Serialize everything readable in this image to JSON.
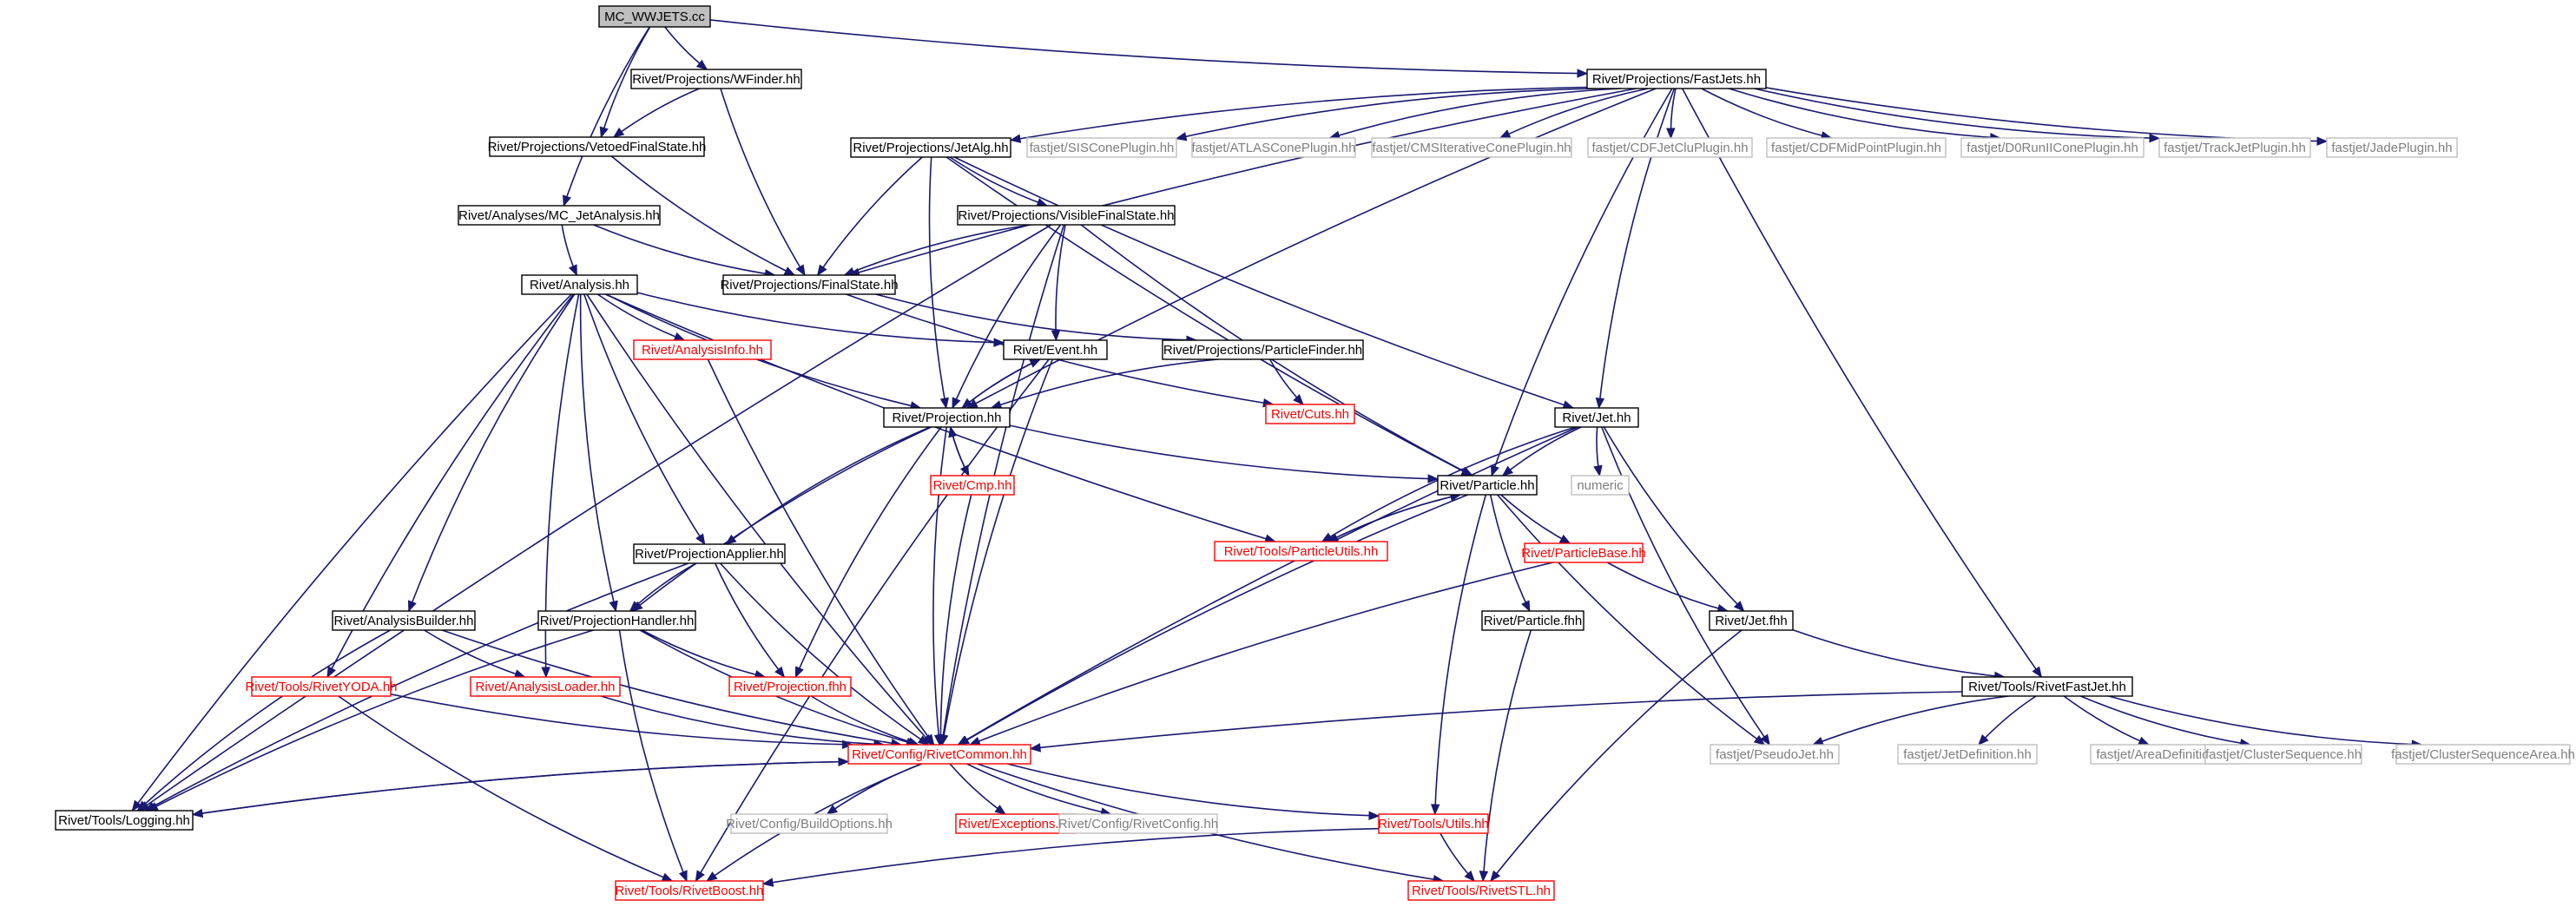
{
  "diagram": {
    "kind": "include dependency graph",
    "root": "MC_WWJETS.cc",
    "style": {
      "edge_color": "#191970",
      "root_fill": "#bfbfbf",
      "box_border_black": "#000000",
      "box_border_red": "#ff0000",
      "box_border_gray": "#bfbfbf",
      "text_black": "#000000",
      "text_red": "#ff0000",
      "text_gray": "#7f7f7f"
    },
    "nodes": [
      {
        "id": "root",
        "label": "MC_WWJETS.cc",
        "style": "root"
      },
      {
        "id": "wfinder",
        "label": "Rivet/Projections/WFinder.hh",
        "style": "black"
      },
      {
        "id": "fastjets",
        "label": "Rivet/Projections/FastJets.hh",
        "style": "black"
      },
      {
        "id": "vetoed",
        "label": "Rivet/Projections/VetoedFinalState.hh",
        "style": "black"
      },
      {
        "id": "mcjetana",
        "label": "Rivet/Analyses/MC_JetAnalysis.hh",
        "style": "black"
      },
      {
        "id": "jetalg",
        "label": "Rivet/Projections/JetAlg.hh",
        "style": "black"
      },
      {
        "id": "siscone",
        "label": "fastjet/SISConePlugin.hh",
        "style": "gray"
      },
      {
        "id": "atlascone",
        "label": "fastjet/ATLASConePlugin.hh",
        "style": "gray"
      },
      {
        "id": "cmscone",
        "label": "fastjet/CMSIterativeConePlugin.hh",
        "style": "gray"
      },
      {
        "id": "cdfclu",
        "label": "fastjet/CDFJetCluPlugin.hh",
        "style": "gray"
      },
      {
        "id": "cdfmid",
        "label": "fastjet/CDFMidPointPlugin.hh",
        "style": "gray"
      },
      {
        "id": "d0run",
        "label": "fastjet/D0RunIIConePlugin.hh",
        "style": "gray"
      },
      {
        "id": "trackjet",
        "label": "fastjet/TrackJetPlugin.hh",
        "style": "gray"
      },
      {
        "id": "jade",
        "label": "fastjet/JadePlugin.hh",
        "style": "gray"
      },
      {
        "id": "visible",
        "label": "Rivet/Projections/VisibleFinalState.hh",
        "style": "black"
      },
      {
        "id": "finalstate",
        "label": "Rivet/Projections/FinalState.hh",
        "style": "black"
      },
      {
        "id": "analysis",
        "label": "Rivet/Analysis.hh",
        "style": "black"
      },
      {
        "id": "analysisinfo",
        "label": "Rivet/AnalysisInfo.hh",
        "style": "red"
      },
      {
        "id": "event",
        "label": "Rivet/Event.hh",
        "style": "black"
      },
      {
        "id": "pfinder",
        "label": "Rivet/Projections/ParticleFinder.hh",
        "style": "black"
      },
      {
        "id": "cuts",
        "label": "Rivet/Cuts.hh",
        "style": "red"
      },
      {
        "id": "projection",
        "label": "Rivet/Projection.hh",
        "style": "black"
      },
      {
        "id": "jet",
        "label": "Rivet/Jet.hh",
        "style": "black"
      },
      {
        "id": "cmp",
        "label": "Rivet/Cmp.hh",
        "style": "red"
      },
      {
        "id": "particle",
        "label": "Rivet/Particle.hh",
        "style": "black"
      },
      {
        "id": "numeric",
        "label": "numeric",
        "style": "gray"
      },
      {
        "id": "particleutils",
        "label": "Rivet/Tools/ParticleUtils.hh",
        "style": "red"
      },
      {
        "id": "projapplier",
        "label": "Rivet/ProjectionApplier.hh",
        "style": "black"
      },
      {
        "id": "particlebase",
        "label": "Rivet/ParticleBase.hh",
        "style": "red"
      },
      {
        "id": "anabuilder",
        "label": "Rivet/AnalysisBuilder.hh",
        "style": "black"
      },
      {
        "id": "projhandler",
        "label": "Rivet/ProjectionHandler.hh",
        "style": "black"
      },
      {
        "id": "particlefhh",
        "label": "Rivet/Particle.fhh",
        "style": "black"
      },
      {
        "id": "jetfhh",
        "label": "Rivet/Jet.fhh",
        "style": "black"
      },
      {
        "id": "rivetyoda",
        "label": "Rivet/Tools/RivetYODA.hh",
        "style": "red"
      },
      {
        "id": "anaLoader",
        "label": "Rivet/AnalysisLoader.hh",
        "style": "red"
      },
      {
        "id": "projfhh",
        "label": "Rivet/Projection.fhh",
        "style": "red"
      },
      {
        "id": "rivetfastjet",
        "label": "Rivet/Tools/RivetFastJet.hh",
        "style": "black"
      },
      {
        "id": "rivetcommon",
        "label": "Rivet/Config/RivetCommon.hh",
        "style": "red"
      },
      {
        "id": "pseudojet",
        "label": "fastjet/PseudoJet.hh",
        "style": "gray"
      },
      {
        "id": "jetdef",
        "label": "fastjet/JetDefinition.hh",
        "style": "gray"
      },
      {
        "id": "areadef",
        "label": "fastjet/AreaDefinition.hh",
        "style": "gray"
      },
      {
        "id": "clseq",
        "label": "fastjet/ClusterSequence.hh",
        "style": "gray"
      },
      {
        "id": "clseqarea",
        "label": "fastjet/ClusterSequenceArea.hh",
        "style": "gray"
      },
      {
        "id": "logging",
        "label": "Rivet/Tools/Logging.hh",
        "style": "black"
      },
      {
        "id": "buildopts",
        "label": "Rivet/Config/BuildOptions.hh",
        "style": "gray"
      },
      {
        "id": "exceptions",
        "label": "Rivet/Exceptions.hh",
        "style": "red"
      },
      {
        "id": "rivetconfig",
        "label": "Rivet/Config/RivetConfig.hh",
        "style": "gray"
      },
      {
        "id": "utils",
        "label": "Rivet/Tools/Utils.hh",
        "style": "red"
      },
      {
        "id": "rivetboost",
        "label": "Rivet/Tools/RivetBoost.hh",
        "style": "red"
      },
      {
        "id": "rivetstl",
        "label": "Rivet/Tools/RivetSTL.hh",
        "style": "red"
      }
    ],
    "edges": [
      [
        "root",
        "wfinder"
      ],
      [
        "root",
        "fastjets"
      ],
      [
        "root",
        "vetoed"
      ],
      [
        "root",
        "mcjetana"
      ],
      [
        "wfinder",
        "vetoed"
      ],
      [
        "wfinder",
        "finalstate"
      ],
      [
        "vetoed",
        "finalstate"
      ],
      [
        "fastjets",
        "jetalg"
      ],
      [
        "fastjets",
        "siscone"
      ],
      [
        "fastjets",
        "atlascone"
      ],
      [
        "fastjets",
        "cmscone"
      ],
      [
        "fastjets",
        "cdfclu"
      ],
      [
        "fastjets",
        "cdfmid"
      ],
      [
        "fastjets",
        "d0run"
      ],
      [
        "fastjets",
        "trackjet"
      ],
      [
        "fastjets",
        "jade"
      ],
      [
        "fastjets",
        "finalstate"
      ],
      [
        "fastjets",
        "projection"
      ],
      [
        "fastjets",
        "jet"
      ],
      [
        "fastjets",
        "particle"
      ],
      [
        "fastjets",
        "rivetfastjet"
      ],
      [
        "mcjetana",
        "analysis"
      ],
      [
        "mcjetana",
        "finalstate"
      ],
      [
        "jetalg",
        "visible"
      ],
      [
        "jetalg",
        "finalstate"
      ],
      [
        "jetalg",
        "projection"
      ],
      [
        "jetalg",
        "particle"
      ],
      [
        "jetalg",
        "jet"
      ],
      [
        "visible",
        "finalstate"
      ],
      [
        "visible",
        "logging"
      ],
      [
        "visible",
        "event"
      ],
      [
        "visible",
        "projection"
      ],
      [
        "visible",
        "particle"
      ],
      [
        "visible",
        "rivetcommon"
      ],
      [
        "finalstate",
        "pfinder"
      ],
      [
        "finalstate",
        "cuts"
      ],
      [
        "pfinder",
        "projection"
      ],
      [
        "pfinder",
        "cuts"
      ],
      [
        "analysis",
        "analysisinfo"
      ],
      [
        "analysis",
        "event"
      ],
      [
        "analysis",
        "projection"
      ],
      [
        "analysis",
        "particleutils"
      ],
      [
        "analysis",
        "projapplier"
      ],
      [
        "analysis",
        "anabuilder"
      ],
      [
        "analysis",
        "projhandler"
      ],
      [
        "analysis",
        "rivetyoda"
      ],
      [
        "analysis",
        "anaLoader"
      ],
      [
        "analysis",
        "rivetcommon"
      ],
      [
        "analysis",
        "logging"
      ],
      [
        "analysisinfo",
        "rivetcommon"
      ],
      [
        "event",
        "projection"
      ],
      [
        "event",
        "rivetcommon"
      ],
      [
        "event",
        "rivetboost"
      ],
      [
        "projection",
        "event"
      ],
      [
        "projection",
        "cmp"
      ],
      [
        "projection",
        "particle"
      ],
      [
        "projection",
        "projapplier"
      ],
      [
        "projection",
        "projhandler"
      ],
      [
        "projection",
        "projfhh"
      ],
      [
        "projection",
        "rivetcommon"
      ],
      [
        "cmp",
        "projection"
      ],
      [
        "cmp",
        "rivetcommon"
      ],
      [
        "jet",
        "particle"
      ],
      [
        "jet",
        "numeric"
      ],
      [
        "jet",
        "particleutils"
      ],
      [
        "jet",
        "jetfhh"
      ],
      [
        "jet",
        "pseudojet"
      ],
      [
        "jet",
        "rivetcommon"
      ],
      [
        "particle",
        "particleutils"
      ],
      [
        "particle",
        "particlebase"
      ],
      [
        "particle",
        "particlefhh"
      ],
      [
        "particle",
        "pseudojet"
      ],
      [
        "particle",
        "utils"
      ],
      [
        "particle",
        "rivetcommon"
      ],
      [
        "particleutils",
        "particle"
      ],
      [
        "particlebase",
        "jetfhh"
      ],
      [
        "particlebase",
        "rivetcommon"
      ],
      [
        "projapplier",
        "projhandler"
      ],
      [
        "projapplier",
        "projfhh"
      ],
      [
        "projapplier",
        "rivetcommon"
      ],
      [
        "projapplier",
        "logging"
      ],
      [
        "anabuilder",
        "anaLoader"
      ],
      [
        "anabuilder",
        "rivetcommon"
      ],
      [
        "anabuilder",
        "logging"
      ],
      [
        "projhandler",
        "projfhh"
      ],
      [
        "projhandler",
        "rivetcommon"
      ],
      [
        "projhandler",
        "logging"
      ],
      [
        "projhandler",
        "rivetboost"
      ],
      [
        "particlefhh",
        "rivetstl"
      ],
      [
        "jetfhh",
        "rivetfastjet"
      ],
      [
        "jetfhh",
        "rivetstl"
      ],
      [
        "rivetyoda",
        "rivetcommon"
      ],
      [
        "rivetyoda",
        "rivetboost"
      ],
      [
        "anaLoader",
        "rivetcommon"
      ],
      [
        "projfhh",
        "rivetcommon"
      ],
      [
        "rivetfastjet",
        "pseudojet"
      ],
      [
        "rivetfastjet",
        "jetdef"
      ],
      [
        "rivetfastjet",
        "areadef"
      ],
      [
        "rivetfastjet",
        "clseq"
      ],
      [
        "rivetfastjet",
        "clseqarea"
      ],
      [
        "rivetfastjet",
        "rivetcommon"
      ],
      [
        "rivetcommon",
        "logging"
      ],
      [
        "rivetcommon",
        "buildopts"
      ],
      [
        "rivetcommon",
        "exceptions"
      ],
      [
        "rivetcommon",
        "rivetconfig"
      ],
      [
        "rivetcommon",
        "utils"
      ],
      [
        "rivetcommon",
        "rivetboost"
      ],
      [
        "rivetcommon",
        "rivetstl"
      ],
      [
        "logging",
        "rivetcommon"
      ],
      [
        "utils",
        "rivetboost"
      ],
      [
        "utils",
        "rivetstl"
      ]
    ]
  }
}
